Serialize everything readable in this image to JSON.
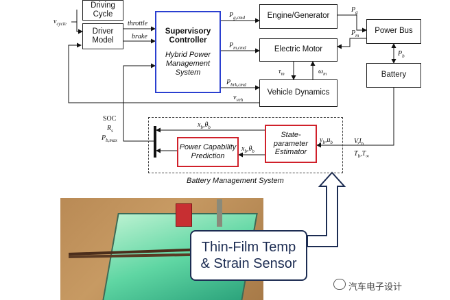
{
  "blocks": {
    "driving_cycle": "Driving Cycle",
    "driver_model": "Driver Model",
    "supervisory_title": "Supervisory Controller",
    "supervisory_sub": "Hybrid Power Management System",
    "engine": "Engine/Generator",
    "motor": "Electric Motor",
    "vehicle_dynamics": "Vehicle Dynamics",
    "power_bus": "Power Bus",
    "battery": "Battery",
    "state_estimator": "State-parameter Estimator",
    "power_capability": "Power Capability Prediction"
  },
  "signals": {
    "v_cycle": "v",
    "v_cycle_sub": "cycle",
    "throttle": "throttle",
    "brake": "brake",
    "p_g_cmd": "P",
    "p_g_cmd_sub": "g,cmd",
    "p_m_cmd": "P",
    "p_m_cmd_sub": "m,cmd",
    "p_brk_cmd": "P",
    "p_brk_cmd_sub": "brk,cmd",
    "v_veh": "v",
    "v_veh_sub": "veh",
    "tau_m": "τ",
    "tau_m_sub": "m",
    "omega_m": "ω",
    "omega_m_sub": "m",
    "p_g": "P",
    "p_g_sub": "g",
    "p_m": "P",
    "p_m_sub": "m",
    "p_b": "P",
    "p_b_sub": "b",
    "soc": "SOC",
    "r_s": "R",
    "r_s_sub": "s",
    "p_bmax": "P",
    "p_bmax_sub": "b,max",
    "xb_theta_top": "x",
    "xb_theta_top_s1": "b",
    "xb_theta_top_mid": ",θ",
    "xb_theta_top_s2": "b",
    "xb_theta_bot": "x",
    "xb_theta_bot_s1": "b",
    "xb_theta_bot_mid": ",θ",
    "xb_theta_bot_s2": "b",
    "yb_ub": "y",
    "yb_ub_s1": "b",
    "yb_ub_mid": ",u",
    "yb_ub_s2": "b",
    "v_ib": "V,I",
    "v_ib_sub": "b",
    "tb_tinf": "T",
    "tb_tinf_s1": "b",
    "tb_tinf_mid": ",T",
    "tb_tinf_s2": "∞"
  },
  "bms_title": "Battery Management System",
  "sensor_label": {
    "line1": "Thin-Film Temp",
    "line2": "& Strain Sensor"
  },
  "watermark": "汽车电子设计",
  "colors": {
    "supervisory_border": "#2a3fd0",
    "estimator_border": "#d0202a",
    "callout": "#1c2c52"
  }
}
